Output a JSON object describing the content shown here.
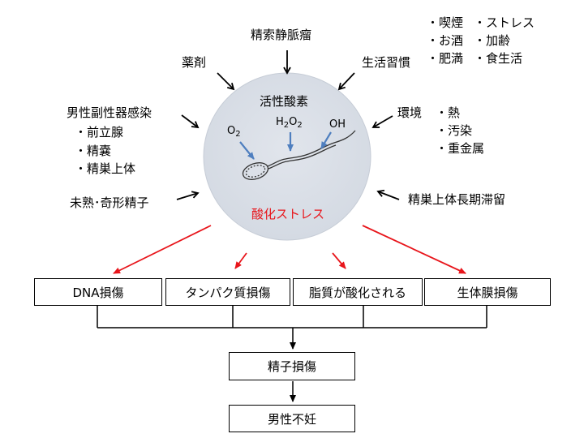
{
  "center": {
    "title": "活性酸素",
    "stress": "酸化ストレス",
    "o": "O",
    "o_sub": "2",
    "h": "H",
    "h_sub": "2",
    "o2": "O",
    "o2_sub": "2",
    "oh": "OH"
  },
  "factors": {
    "varicocele": "精索静脈瘤",
    "drugs": "薬剤",
    "lifestyle": "生活習慣",
    "lifestyle_items": [
      "・喫煙",
      "・ストレス",
      "・お酒",
      "・加齢",
      "・肥満",
      "・食生活"
    ],
    "infection": "男性副性器感染",
    "infection_items": [
      "・前立腺",
      "・精嚢",
      "・精巣上体"
    ],
    "environment": "環境",
    "environment_items": [
      "・熱",
      "・汚染",
      "・重金属"
    ],
    "immature": "未熟･奇形精子",
    "epididymal": "精巣上体長期滞留"
  },
  "damage": [
    "DNA損傷",
    "タンパク質損傷",
    "脂質が酸化される",
    "生体膜損傷"
  ],
  "sperm_damage": "精子損傷",
  "infertility": "男性不妊",
  "colors": {
    "red_arrow": "#e8151b",
    "blue_arrow": "#4f7fbf",
    "circle_fill": "#d9dee6",
    "circle_stroke": "#c3c9d3"
  }
}
